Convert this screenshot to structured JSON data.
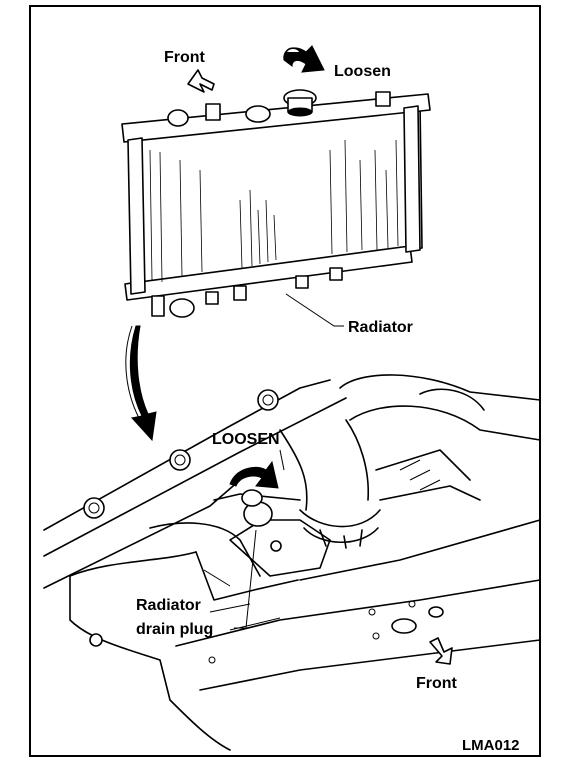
{
  "labels": {
    "front_top": "Front",
    "loosen_top": "Loosen",
    "radiator": "Radiator",
    "loosen_bottom": "LOOSEN",
    "drain_plug_line1": "Radiator",
    "drain_plug_line2": "drain plug",
    "front_bottom": "Front",
    "figure_code": "LMA012"
  }
}
